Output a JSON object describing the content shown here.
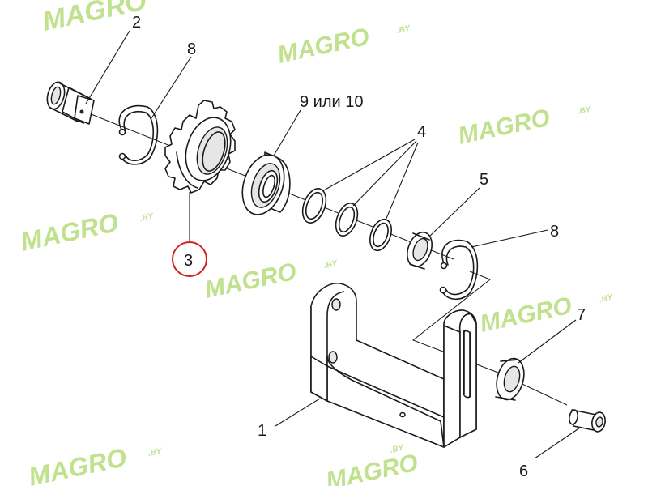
{
  "watermark": {
    "brand": "MAGRO",
    "suffix": ".BY",
    "color": "#b6dc7a"
  },
  "callouts": {
    "c1": "1",
    "c2": "2",
    "c3": "3",
    "c4": "4",
    "c5": "5",
    "c6": "6",
    "c7": "7",
    "c8a": "8",
    "c8b": "8",
    "c9": "9 или 10"
  },
  "highlight_color": "#d42020"
}
